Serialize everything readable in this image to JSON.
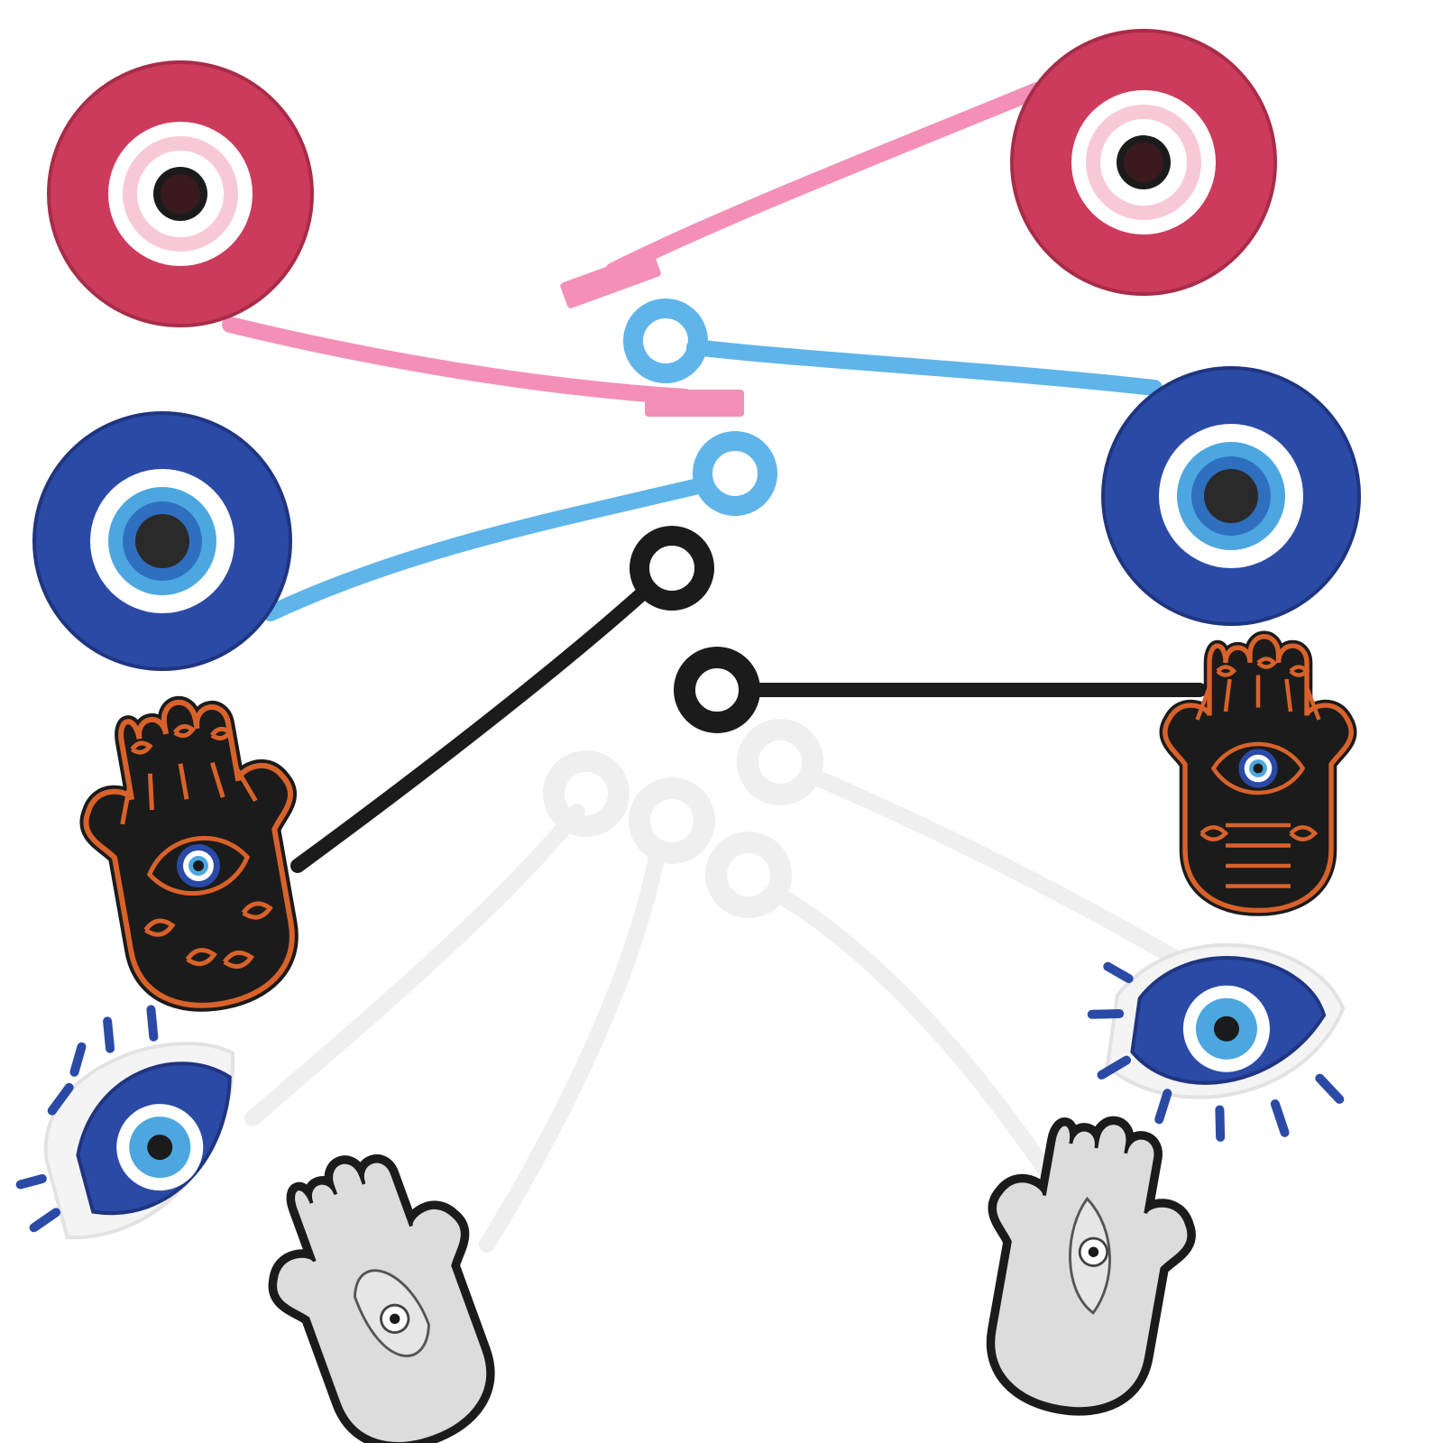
{
  "image": {
    "subject": "straw-cover-charms",
    "background_color": "#ffffff",
    "item_count": 12
  },
  "colors": {
    "crimson": "#cc3b5b",
    "crimson_dark": "#a82c48",
    "pink": "#f490b8",
    "pink_light": "#f7c9d6",
    "navy": "#2a4aa6",
    "navy_dark": "#1f3580",
    "sky": "#4ca7e0",
    "sky_light": "#5fb4ea",
    "black": "#1b1b1b",
    "orange": "#d9622a",
    "white_clear": "#f1f1f1",
    "grey_hand": "#dcdcdc",
    "iris_dark": "#2a2a2a"
  },
  "items": [
    {
      "name": "red-evil-eye-round-with-pink-strap",
      "shape": "round-eye",
      "charm_color": "crimson",
      "strap_color": "pink"
    },
    {
      "name": "red-evil-eye-round-with-pink-strap",
      "shape": "round-eye",
      "charm_color": "crimson",
      "strap_color": "pink"
    },
    {
      "name": "blue-evil-eye-round-with-sky-strap",
      "shape": "round-eye",
      "charm_color": "navy",
      "strap_color": "sky"
    },
    {
      "name": "blue-evil-eye-round-with-sky-strap",
      "shape": "round-eye",
      "charm_color": "navy",
      "strap_color": "sky"
    },
    {
      "name": "orange-hamsa-with-black-strap",
      "shape": "hamsa",
      "charm_color": "orange",
      "strap_color": "black"
    },
    {
      "name": "orange-hamsa-with-black-strap",
      "shape": "hamsa",
      "charm_color": "orange",
      "strap_color": "black"
    },
    {
      "name": "lashed-evil-eye-with-clear-strap",
      "shape": "lashed-eye",
      "charm_color": "navy",
      "strap_color": "white_clear"
    },
    {
      "name": "lashed-evil-eye-with-clear-strap",
      "shape": "lashed-eye",
      "charm_color": "navy",
      "strap_color": "white_clear"
    },
    {
      "name": "grey-hamsa-with-clear-strap",
      "shape": "hamsa",
      "charm_color": "grey_hand",
      "strap_color": "white_clear"
    },
    {
      "name": "grey-hamsa-with-clear-strap",
      "shape": "hamsa",
      "charm_color": "grey_hand",
      "strap_color": "white_clear"
    },
    {
      "name": "clear-strap-loop",
      "shape": "strap-only",
      "strap_color": "white_clear"
    },
    {
      "name": "clear-strap-loop",
      "shape": "strap-only",
      "strap_color": "white_clear"
    }
  ]
}
